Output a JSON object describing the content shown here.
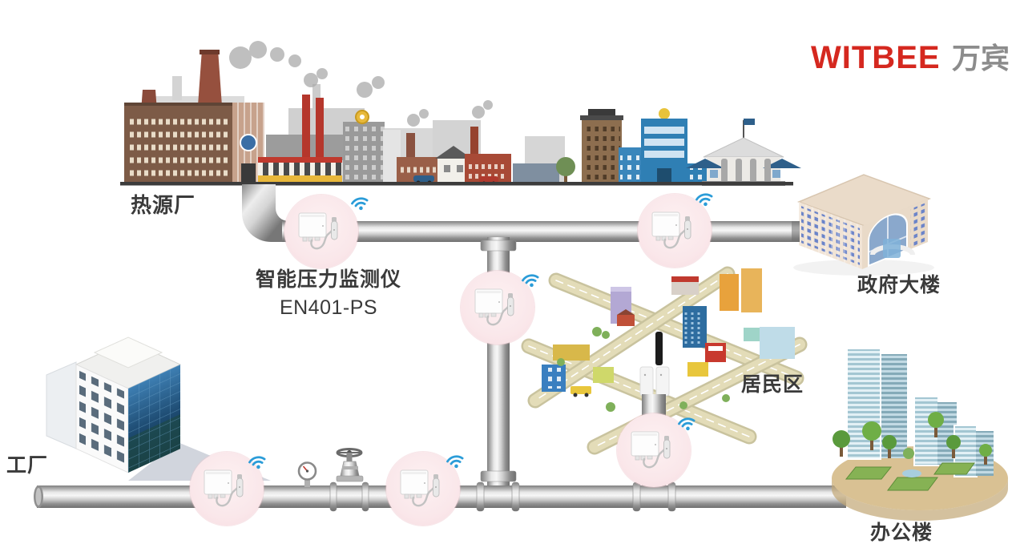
{
  "logo": {
    "brand_en": "WITBEE",
    "brand_cn": "万宾"
  },
  "scene": {
    "heat_source_label": "热源厂",
    "device_label_line1": "智能压力监测仪",
    "device_label_line2": "EN401-PS",
    "government_label": "政府大楼",
    "residential_label": "居民区",
    "factory_label": "工厂",
    "office_label": "办公楼"
  },
  "sensors": {
    "type": "智能压力监测仪 EN401-PS",
    "count": 6,
    "marker_color": "#fae7ea",
    "wifi_color": "#2b9cd8"
  },
  "colors": {
    "brand_red": "#d5281f",
    "brand_gray": "#8c8c8c",
    "label_text": "#3a3a3a",
    "pipe_gray": "#bfbfbf",
    "background": "#ffffff"
  }
}
